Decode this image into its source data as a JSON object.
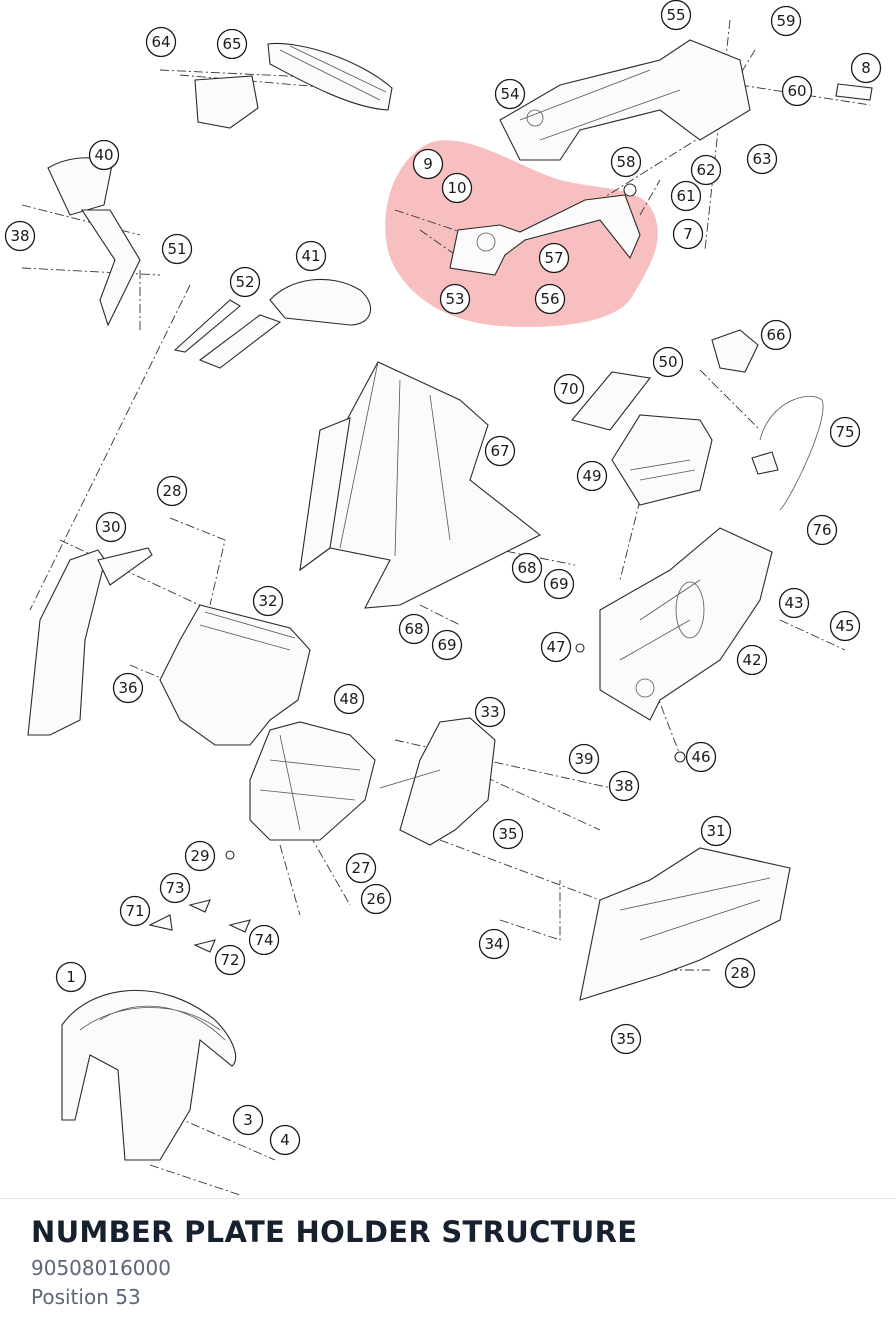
{
  "diagram": {
    "highlight_color": "#f08a8a",
    "callouts": [
      "1",
      "3",
      "4",
      "7",
      "8",
      "9",
      "10",
      "26",
      "27",
      "28",
      "28",
      "29",
      "30",
      "31",
      "32",
      "33",
      "34",
      "35",
      "35",
      "36",
      "38",
      "38",
      "39",
      "40",
      "41",
      "42",
      "43",
      "45",
      "46",
      "47",
      "48",
      "49",
      "50",
      "51",
      "52",
      "53",
      "54",
      "55",
      "56",
      "57",
      "58",
      "59",
      "60",
      "61",
      "62",
      "63",
      "64",
      "65",
      "66",
      "67",
      "68",
      "68",
      "69",
      "69",
      "70",
      "71",
      "72",
      "73",
      "74",
      "75",
      "76"
    ]
  },
  "footer": {
    "title": "NUMBER PLATE HOLDER STRUCTURE",
    "part_number": "90508016000",
    "position_label": "Position 53"
  }
}
